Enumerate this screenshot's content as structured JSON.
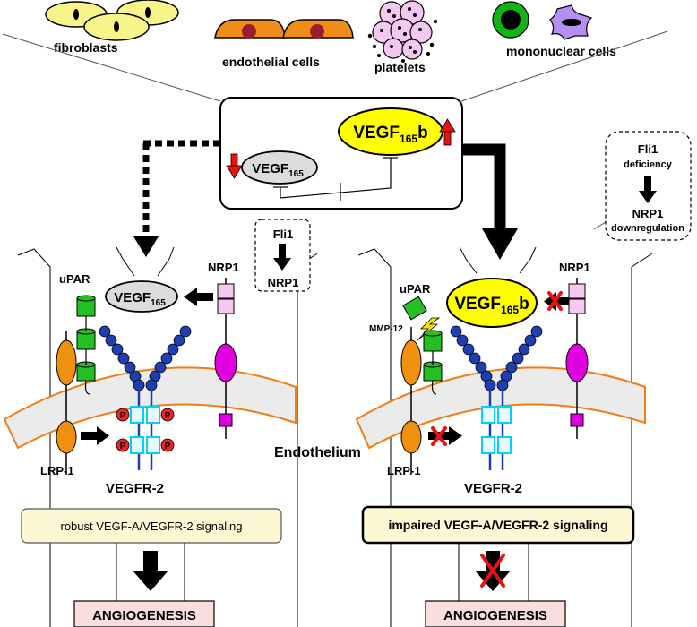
{
  "cells": {
    "fibroblasts": "fibroblasts",
    "endothelial": "endothelial cells",
    "platelets": "platelets",
    "mononuclear": "mononuclear cells"
  },
  "center_box": {
    "vegf165b": {
      "main": "VEGF",
      "sub": "165",
      "suffix": "b"
    },
    "vegf165": {
      "main": "VEGF",
      "sub": "165"
    }
  },
  "left_panel": {
    "fli1_box": {
      "line1": "Fli1",
      "line2": "NRP1"
    },
    "upar": "uPAR",
    "nrp1": "NRP1",
    "vegf165": {
      "main": "VEGF",
      "sub": "165"
    },
    "lrp1": "LRP-1",
    "vegfr2": "VEGFR-2",
    "phospho": "P",
    "signaling": "robust VEGF-A/VEGFR-2  signaling",
    "outcome": "ANGIOGENESIS"
  },
  "endothelium": "Endothelium",
  "right_panel": {
    "fli1_box": {
      "line1": "Fli1",
      "line2": "deficiency",
      "line3": "NRP1",
      "line4": "downregulation"
    },
    "upar": "uPAR",
    "mmp12": "MMP-12",
    "nrp1": "NRP1",
    "vegf165b": {
      "main": "VEGF",
      "sub": "165",
      "suffix": "b"
    },
    "lrp1": "LRP-1",
    "vegfr2": "VEGFR-2",
    "signaling": "impaired VEGF-A/VEGFR-2  signaling",
    "outcome": "ANGIOGENESIS"
  },
  "colors": {
    "vegf165b_fill": "#ffff00",
    "vegf165_fill": "#dcdcdc",
    "red_arrow": "#e8130f",
    "upar_green": "#22c022",
    "lrp_orange": "#f0900f",
    "membrane_fill": "#ebebeb",
    "membrane_edge": "#f07c18",
    "receptor_blue": "#1e3fb0",
    "kinase_cyan": "#00d0ff",
    "nrp1_pink": "#f5c8f0",
    "nrp1_magenta": "#e000e0",
    "phospho_red": "#ee2222",
    "signal_box_fill": "#fdf8d4",
    "outcome_fill": "#f8dede",
    "fibroblast_fill": "#f7f48a",
    "endothelial_fill": "#f08c18",
    "nucleus": "#9c1b2c",
    "platelet_fill": "#f3c8f0",
    "mononuclear_green": "#11b511",
    "mononuclear_lilac": "#b48ef0"
  }
}
